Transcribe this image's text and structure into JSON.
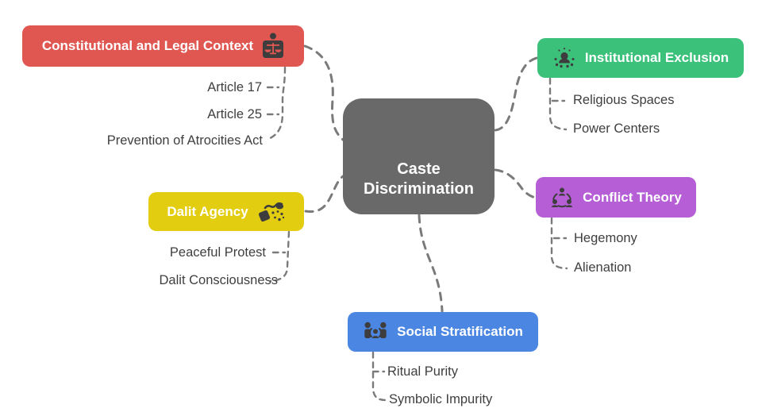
{
  "diagram": {
    "type": "mindmap",
    "line_color": "#7a7a7a",
    "leaf_text_color": "#3f3f3f",
    "root": {
      "label": "Caste Discrimination",
      "color": "#696969"
    },
    "branches": [
      {
        "label": "Constitutional and Legal Context",
        "color": "#e05752",
        "icon": "justice-scale-icon",
        "children": [
          "Article 17",
          "Article 25",
          "Prevention of Atrocities Act"
        ]
      },
      {
        "label": "Institutional Exclusion",
        "color": "#3cc17b",
        "icon": "person-excluded-icon",
        "children": [
          "Religious Spaces",
          "Power Centers"
        ]
      },
      {
        "label": "Conflict Theory",
        "color": "#b55ed6",
        "icon": "people-circle-icon",
        "children": [
          "Hegemony",
          "Alienation"
        ]
      },
      {
        "label": "Dalit Agency",
        "color": "#e3cd10",
        "icon": "fist-debris-icon",
        "children": [
          "Peaceful Protest",
          "Dalit Consciousness"
        ]
      },
      {
        "label": "Social Stratification",
        "color": "#4b86e2",
        "icon": "people-group-icon",
        "children": [
          "Ritual Purity",
          "Symbolic Impurity"
        ]
      }
    ]
  }
}
